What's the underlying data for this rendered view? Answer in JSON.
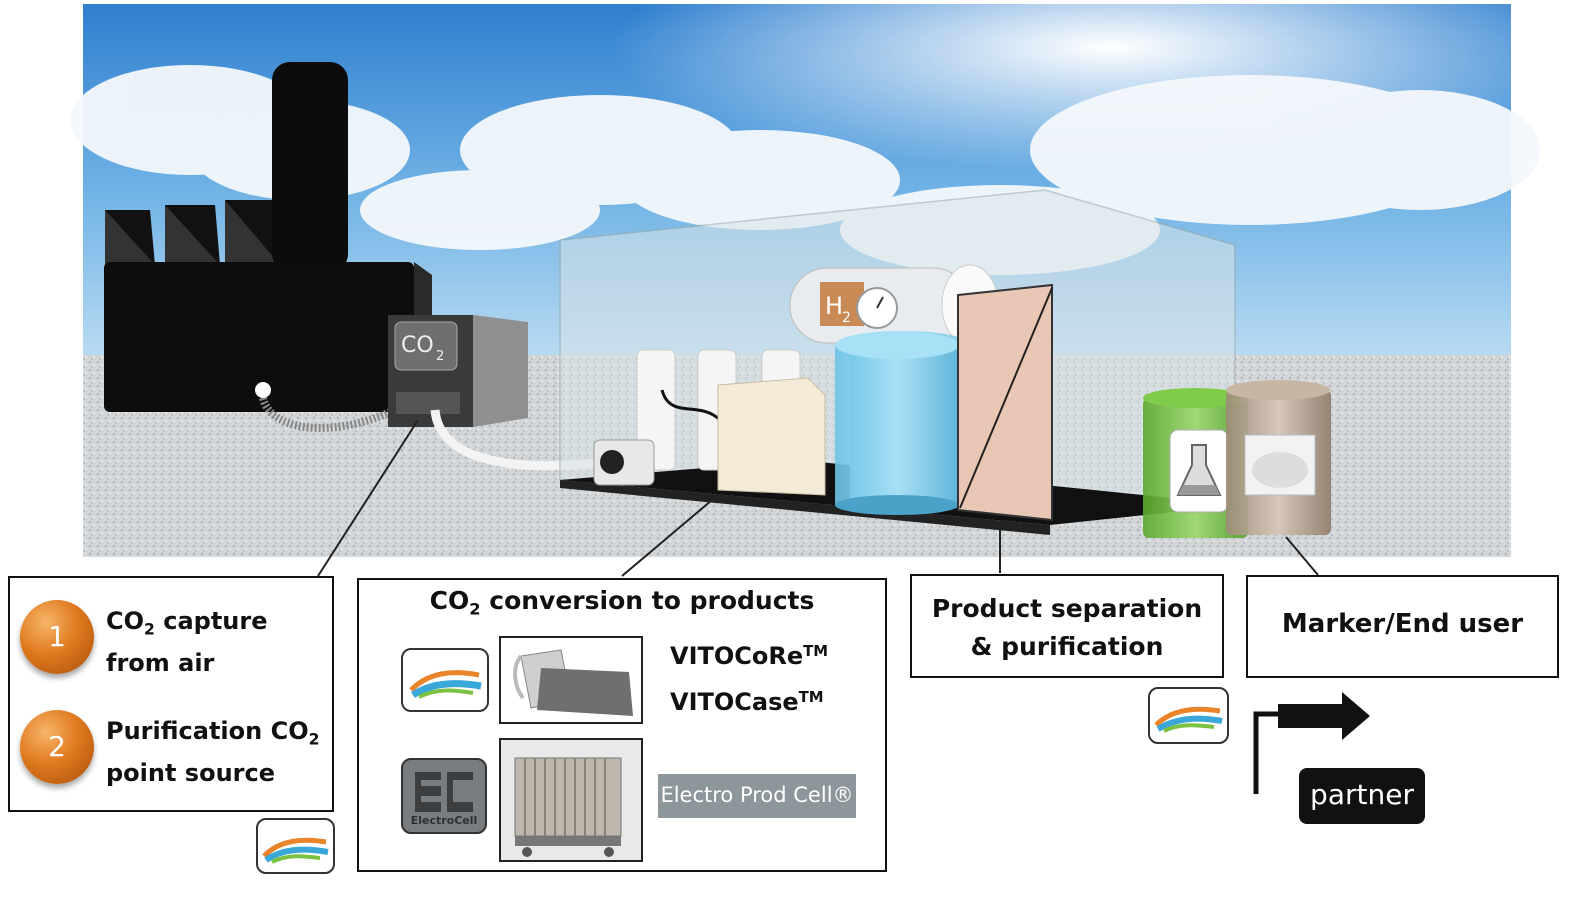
{
  "scene": {
    "tank_label": "CO",
    "tank_label_sub": "2",
    "h2_label": "H",
    "h2_label_sub": "2"
  },
  "box_capture": {
    "step1_number": "1",
    "step1_line1_pre": "CO",
    "step1_line1_sub": "2",
    "step1_line1_post": " capture",
    "step1_line2": "from air",
    "step2_number": "2",
    "step2_line1_pre": "Purification CO",
    "step2_line1_sub": "2",
    "step2_line2": "point source"
  },
  "box_conversion": {
    "title_pre": "CO",
    "title_sub": "2",
    "title_post": " conversion to products",
    "item1_pre": "VITOCoRe",
    "item1_sup": "TM",
    "item2_pre": "VITOCase",
    "item2_sup": "TM",
    "electrocell_logo_text": "ElectroCell",
    "product_label": "Electro Prod Cell®"
  },
  "box_separation": {
    "line1": "Product separation",
    "line2": "& purification"
  },
  "box_enduser": {
    "title": "Marker/End user",
    "partner_label": "partner"
  },
  "colors": {
    "sky_top": "#3f8fd6",
    "ground": "#c8ccd0",
    "orange_circle": "#e07a1e",
    "product_badge": "#8c969b",
    "barrel_green": "#6fbf3a"
  }
}
